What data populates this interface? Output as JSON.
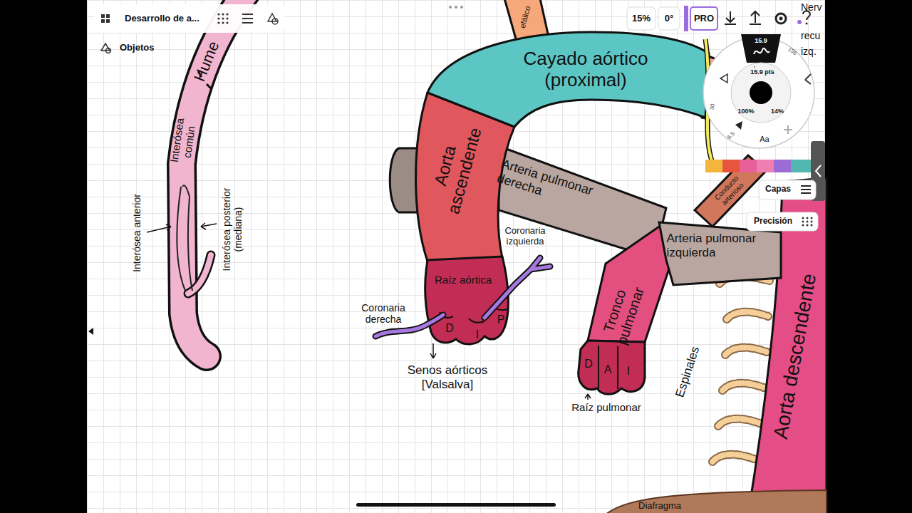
{
  "diagram": {
    "nodes": [
      {
        "text": [
          "Hume",
          "Interósea común"
        ]
      },
      {
        "text": [
          "efálico"
        ]
      },
      {
        "text": [
          "Cayado aórtico (proximal)"
        ]
      },
      {
        "text": [
          "Aorta ascendente"
        ]
      },
      {
        "text": [
          "Arteria pulmonar derecha"
        ]
      },
      {
        "text": [
          "Conducto arterioso"
        ]
      },
      {
        "text": [
          "Raíz aórtica",
          "D",
          "I",
          "P"
        ]
      },
      {
        "text": [
          "Arteria pulmonar izquierda"
        ]
      },
      {
        "text": [
          "Tronco pulmonar"
        ]
      },
      {
        "text": [
          "Aorta descendente"
        ]
      },
      {
        "text": [
          "D",
          "A",
          "I"
        ]
      },
      {
        "text": [
          "Diafragma"
        ]
      }
    ],
    "labels": [
      "Desarrollo de a...",
      "Objetos",
      "15%",
      "0°",
      "PRO",
      "15.9",
      "Nerv",
      "156",
      "recu",
      "izq.",
      "15.9 pts",
      "30",
      "100%",
      "14%",
      "6.5",
      "Aa",
      "Capas",
      "Precisión",
      "Interósea anterior",
      "Interósea posterior (mediana)",
      "Coronaria izquierda",
      "Coronaria derecha",
      "Senos aórticos [Valsalva]",
      "Espinales",
      "Raíz pulmonar"
    ]
  }
}
